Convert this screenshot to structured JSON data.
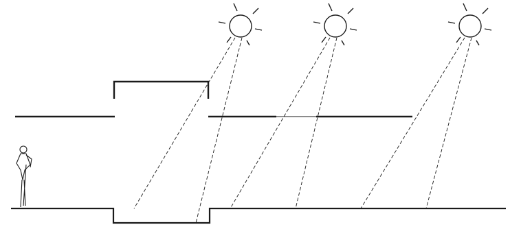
{
  "diagram": {
    "kind": "section drawing: sunlight through an opening onto ground with a sunken pit",
    "colors": {
      "stroke": "#1a1a1a",
      "background": "#ffffff"
    },
    "elements": {
      "suns": [
        "sun-1",
        "sun-2",
        "sun-3"
      ],
      "rays_per_sun": 2,
      "person": "standing-figure"
    }
  }
}
